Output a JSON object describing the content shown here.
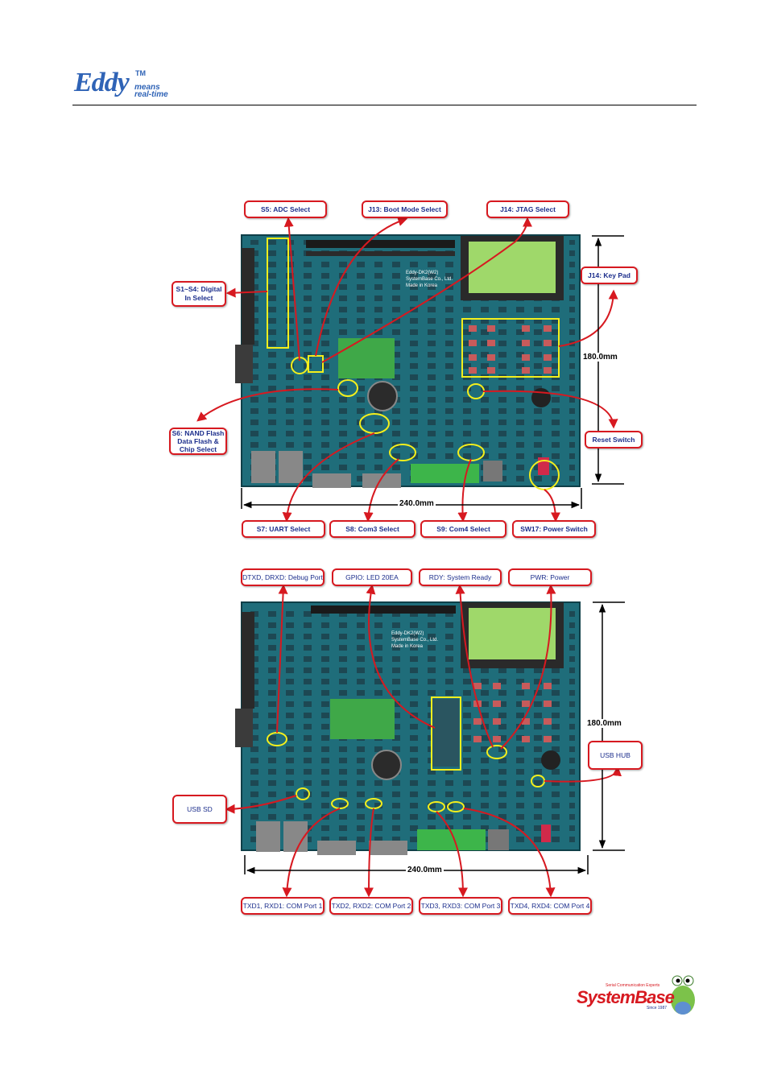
{
  "header": {
    "logo_name": "Eddy",
    "logo_tm": "TM",
    "logo_means": "means",
    "logo_realtime": "real-time"
  },
  "figure1": {
    "labels": {
      "s5": "S5: ADC Select",
      "j13": "J13: Boot Mode Select",
      "j14_jtag": "J14: JTAG Select",
      "s1s4_line1": "S1~S4: Digital",
      "s1s4_line2": "In Select",
      "j14_keypad": "J14: Key Pad",
      "s6_line1": "S6: NAND Flash",
      "s6_line2": "Data Flash &",
      "s6_line3": "Chip Select",
      "reset": "Reset Switch",
      "s7": "S7: UART Select",
      "s8": "S8: Com3 Select",
      "s9": "S9: Com4 Select",
      "sw17": "SW17: Power Switch"
    },
    "dim_height": "180.0mm",
    "dim_width": "240.0mm"
  },
  "figure2": {
    "labels": {
      "debug": "DTXD, DRXD: Debug Port",
      "gpio": "GPIO: LED 20EA",
      "rdy": "RDY: System Ready",
      "pwr": "PWR: Power",
      "usbhub": "USB HUB",
      "usbsd": "USB SD",
      "com1": "TXD1, RXD1: COM Port 1",
      "com2": "TXD2, RXD2: COM Port 2",
      "com3": "TXD3, RXD3: COM Port 3",
      "com4": "TXD4, RXD4: COM Port 4"
    },
    "dim_height": "180.0mm",
    "dim_width": "240.0mm"
  },
  "board_silkscreen": {
    "line1": "Eddy-DK2(W2)",
    "line2": "SystemBase Co., Ltd.",
    "line3": "Made in Korea"
  },
  "footer": {
    "tagline": "Serial Communication Experts",
    "brand": "SystemBase",
    "since": "Since 1987"
  },
  "colors": {
    "board": "#1f6d7a",
    "board_dark": "#164f5a",
    "lcd": "#9fd86a",
    "label_border": "#d71920",
    "label_text": "#1c2e8c",
    "highlight": "#f4ef1c",
    "terminal": "#3db54a"
  }
}
